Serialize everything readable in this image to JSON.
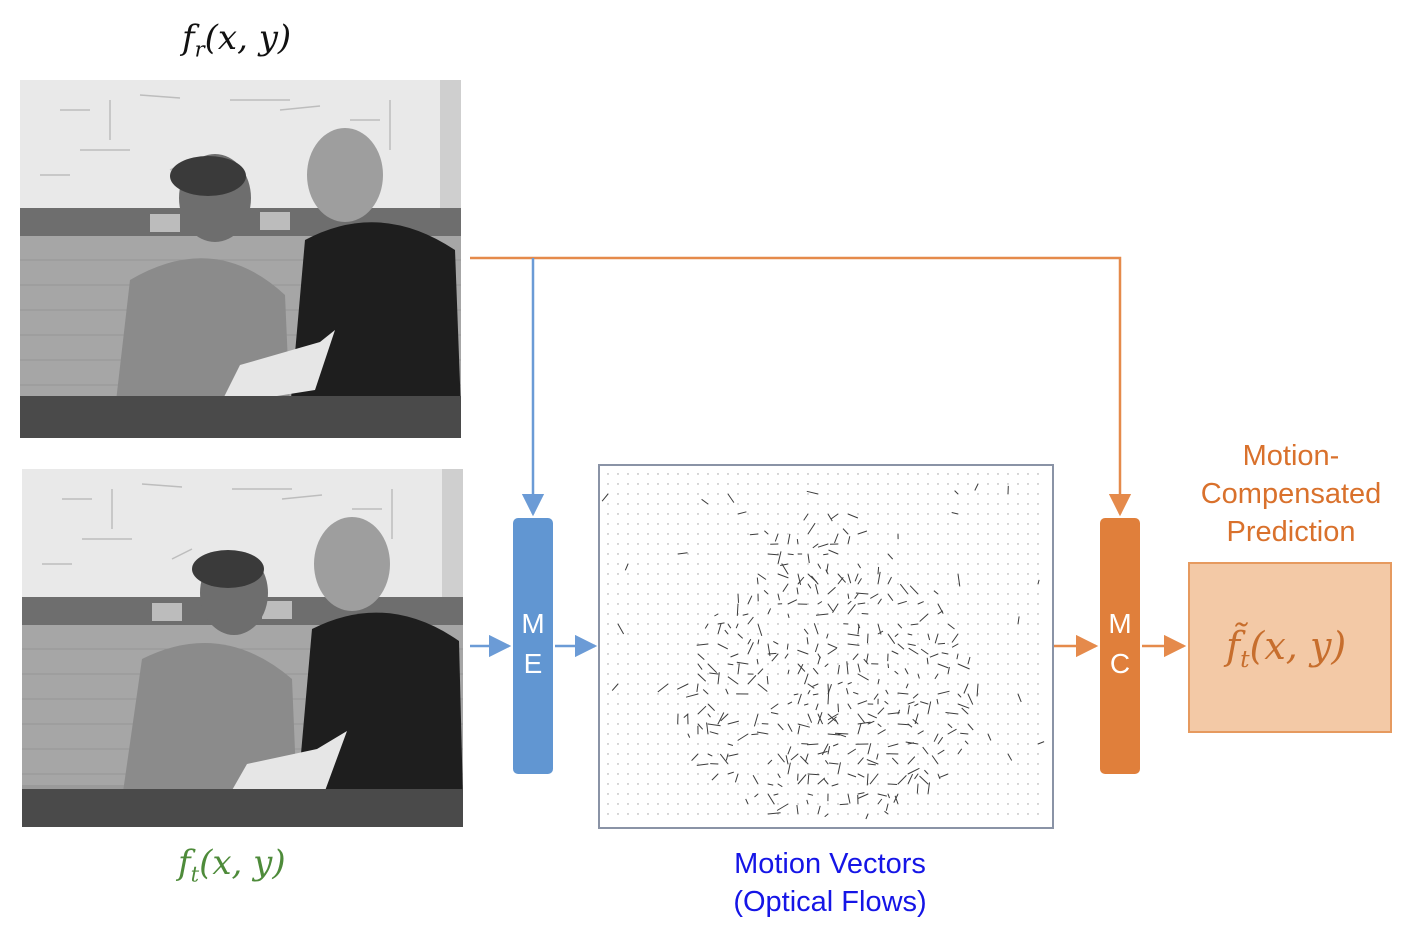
{
  "reference_frame_label": {
    "f": "f",
    "sub": "r",
    "args": "(x, y)"
  },
  "current_frame_label": {
    "f": "f",
    "sub": "t",
    "args": "(x, y)"
  },
  "motion_estimation_block": {
    "letter1": "M",
    "letter2": "E"
  },
  "motion_compensation_block": {
    "letter1": "M",
    "letter2": "C"
  },
  "motion_vectors_caption": {
    "line1": "Motion Vectors",
    "line2": "(Optical Flows)"
  },
  "prediction_caption": {
    "line1": "Motion-",
    "line2": "Compensated",
    "line3": "Prediction"
  },
  "prediction_label": {
    "f": "f̃",
    "sub": "t",
    "args": "(x, y)"
  },
  "colors": {
    "me_block": "#6196d2",
    "mc_block": "#e07f3b",
    "ref_arrow": "#e58a4b",
    "me_arrow": "#6b9bd6",
    "current_label": "#4e8b3a",
    "motion_vectors_caption": "#1515e6",
    "prediction_caption": "#d9712c",
    "prediction_fill": "#f3c9a6"
  }
}
